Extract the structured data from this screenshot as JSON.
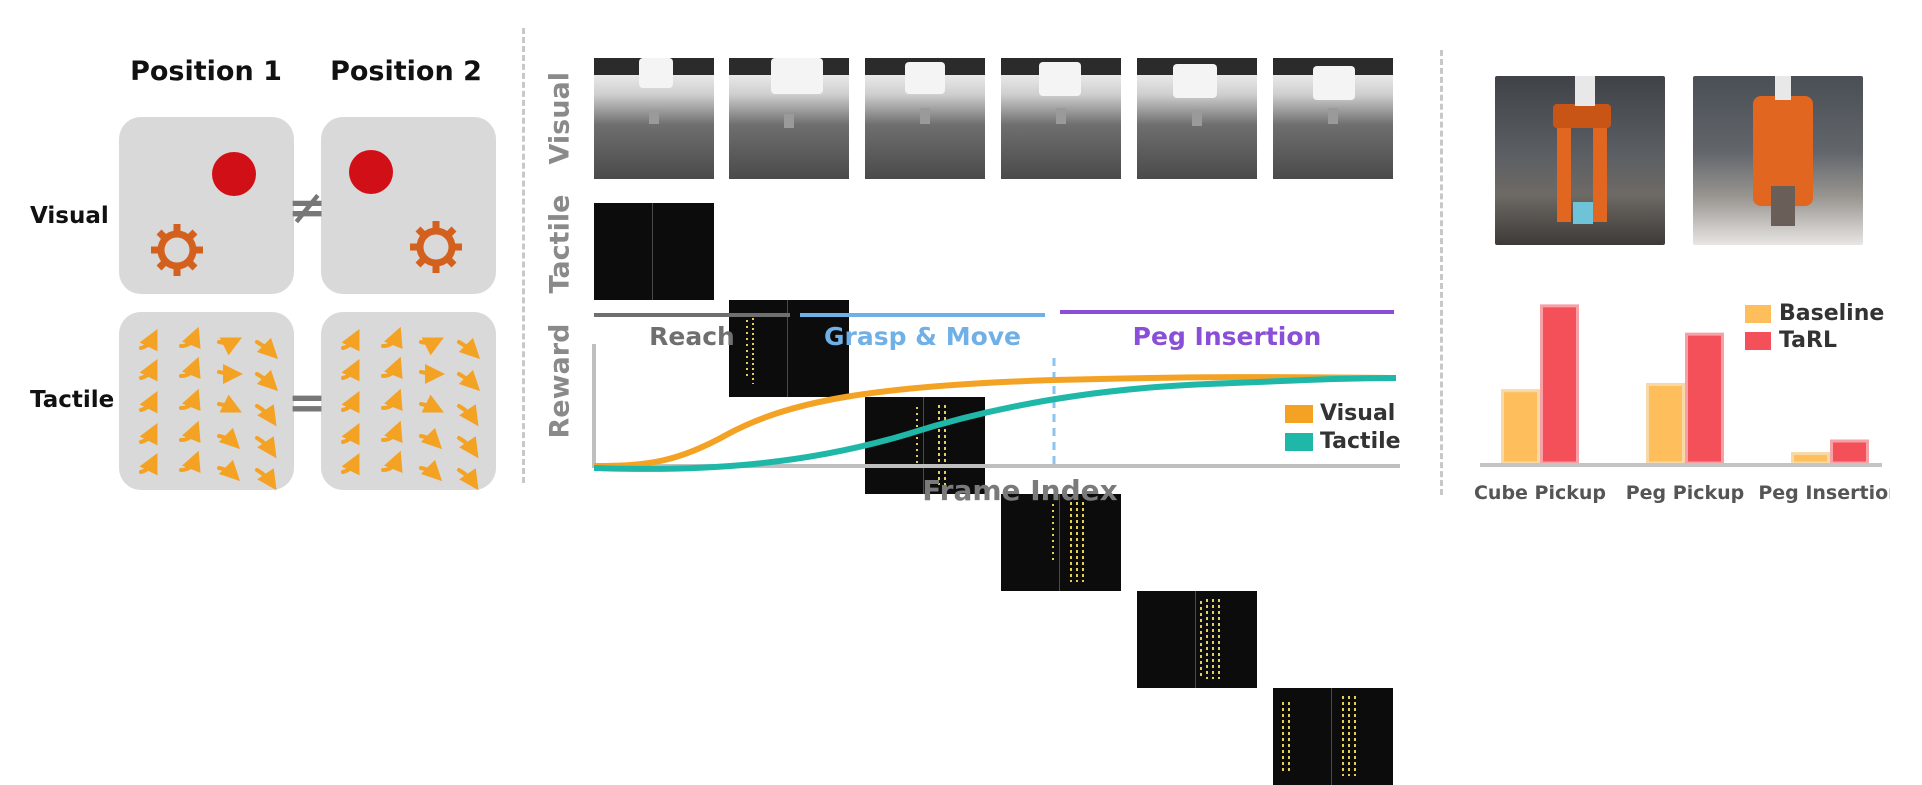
{
  "left": {
    "col1_title": "Position 1",
    "col2_title": "Position 2",
    "row1_label": "Visual",
    "row2_label": "Tactile",
    "visual_relation": "≠",
    "tactile_relation": "="
  },
  "middle": {
    "visual_label": "Visual",
    "tactile_label": "Tactile",
    "reward_label": "Reward",
    "xlabel": "Frame Index",
    "phases": [
      {
        "label": "Reach",
        "color": "#6f6f6f"
      },
      {
        "label": "Grasp & Move",
        "color": "#6fb0e6"
      },
      {
        "label": "Peg Insertion",
        "color": "#8a4fd8"
      }
    ],
    "legend": [
      {
        "label": "Visual",
        "color": "#f4a224"
      },
      {
        "label": "Tactile",
        "color": "#1fb7a8"
      }
    ]
  },
  "chart_data": {
    "type": "bar",
    "categories": [
      "Cube Pickup",
      "Peg Pickup",
      "Peg Insertion"
    ],
    "series": [
      {
        "name": "Baseline",
        "color": "#ffbe5c",
        "values": [
          0.46,
          0.5,
          0.06
        ]
      },
      {
        "name": "TaRL",
        "color": "#f4505a",
        "values": [
          1.0,
          0.82,
          0.14
        ]
      }
    ],
    "ylim": [
      0,
      1.05
    ],
    "legend_position": "top-right"
  }
}
